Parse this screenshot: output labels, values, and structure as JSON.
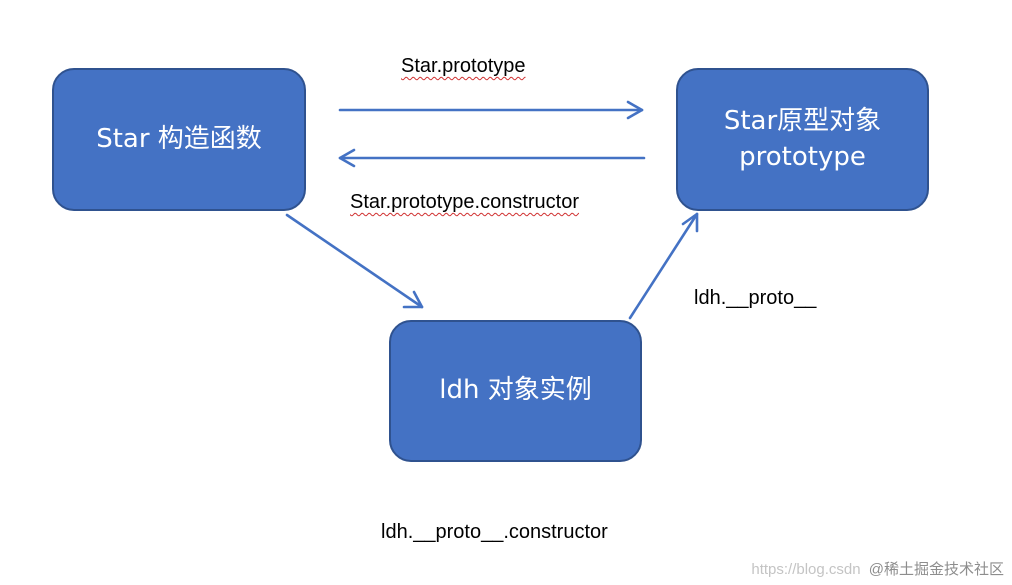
{
  "diagram": {
    "nodes": {
      "constructor": {
        "line1": "Star 构造函数"
      },
      "prototype": {
        "line1": "Star原型对象",
        "line2": "prototype"
      },
      "instance": {
        "line1": "ldh 对象实例"
      }
    },
    "edges": {
      "constructor_to_prototype": "Star.prototype",
      "prototype_to_constructor": "Star.prototype.constructor",
      "instance_to_prototype": "ldh.__proto__",
      "instance_constructor": "ldh.__proto__.constructor"
    },
    "colors": {
      "node_fill": "#4472c4",
      "node_border": "#2f528f",
      "arrow": "#4472c4",
      "node_text": "#ffffff"
    },
    "watermark": {
      "site": "https://blog.csdn",
      "brand": "@稀土掘金技术社区"
    }
  }
}
